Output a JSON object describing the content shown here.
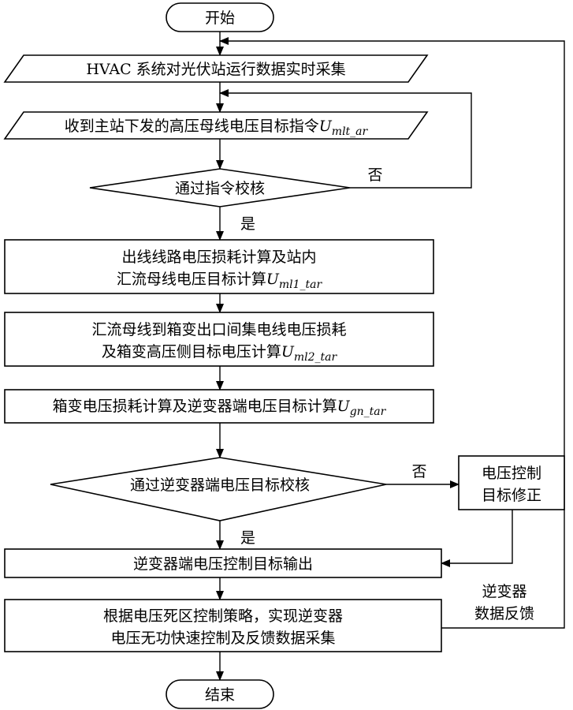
{
  "diagram": {
    "start": "开始",
    "end": "结束",
    "collect_io": "HVAC 系统对光伏站运行数据实时采集",
    "receive_io": {
      "text": "收到主站下发的高压母线电压目标指令",
      "symbol": "U",
      "subscript": "mlt_ar"
    },
    "check1": "通过指令校核",
    "no_label_1": "否",
    "yes_label_1": "是",
    "step1": {
      "line1": "出线线路电压损耗计算及站内",
      "line2": "汇流母线电压目标计算",
      "symbol": "U",
      "subscript": "ml1_tar"
    },
    "step2": {
      "line1": "汇流母线到箱变出口间集电线电压损耗",
      "line2": "及箱变高压侧目标电压计算",
      "symbol": "U",
      "subscript": "ml2_tar"
    },
    "step3": {
      "text": "箱变电压损耗计算及逆变器端电压目标计算",
      "symbol": "U",
      "subscript": "gn_tar"
    },
    "check2": "通过逆变器端电压目标校核",
    "no_label_2": "否",
    "yes_label_2": "是",
    "correction": {
      "line1": "电压控制",
      "line2": "目标修正"
    },
    "output": "逆变器端电压控制目标输出",
    "control": {
      "line1": "根据电压死区控制策略，实现逆变器",
      "line2": "电压无功快速控制及反馈数据采集"
    },
    "feedback": {
      "line1": "逆变器",
      "line2": "数据反馈"
    }
  }
}
